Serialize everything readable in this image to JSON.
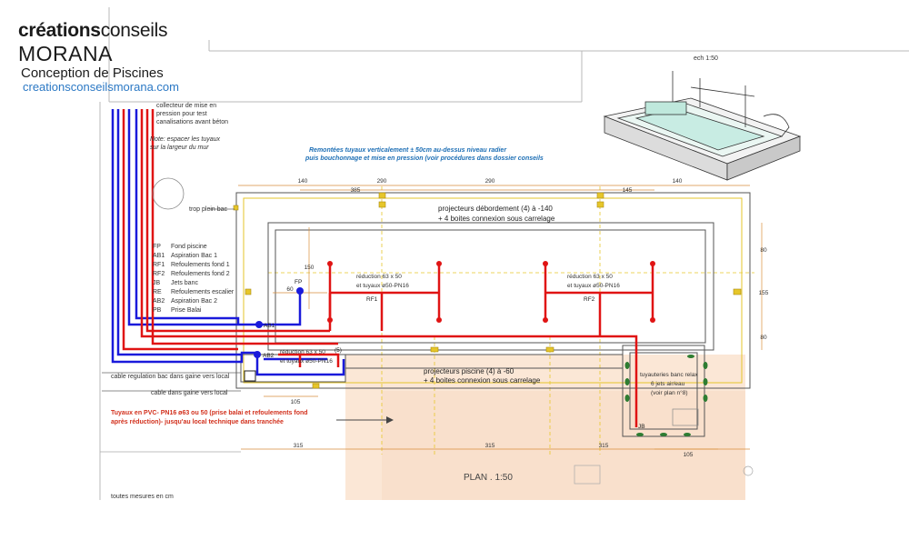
{
  "logo": {
    "line1_bold": "créations",
    "line1_rest": "conseils",
    "line2": "MORANA",
    "line3": "Conception de  Piscines",
    "line4": "creationsconseilsmorana.com"
  },
  "scale_label": "ech 1:50",
  "notes": {
    "collector": [
      "collecteur de mise en",
      "pression pour test",
      "canalisations avant béton"
    ],
    "spacing": [
      "Note: espacer les tuyaux",
      "sur la largeur du mur"
    ],
    "riser": [
      "Remontées tuyaux verticalement ± 50cm au-dessus niveau radier",
      "puis bouchonnage et mise en pression (voir procédures dans dossier conseils"
    ],
    "overflow": "trop plein bac",
    "cable_reg": "cable regulation bac dans gaine vers local",
    "cable_sheath": "cable dans gaine vers local",
    "pvc": [
      "Tuyaux en PVC- PN16 ø63 ou 50 (prise balai et refoulements fond",
      "après réduction)- jusqu'au local technique dans tranchée"
    ],
    "measures": "toutes mesures en cm",
    "plan": "PLAN . 1:50"
  },
  "legend": [
    {
      "code": "FP",
      "label": "Fond piscine"
    },
    {
      "code": "AB1",
      "label": "Aspiration Bac 1"
    },
    {
      "code": "RF1",
      "label": "Refoulements fond 1"
    },
    {
      "code": "RF2",
      "label": "Refoulements fond 2"
    },
    {
      "code": "JB",
      "label": "Jets banc"
    },
    {
      "code": "RE",
      "label": "Refoulements escalier"
    },
    {
      "code": "AB2",
      "label": "Aspiration Bac 2"
    },
    {
      "code": "PB",
      "label": "Prise Balai"
    }
  ],
  "projectors_overflow": [
    "projecteurs débordement (4) à -140",
    "+ 4 boites connexion sous carrelage"
  ],
  "projectors_pool": [
    "projecteurs piscine (4) à -60",
    "+ 4 boites connexion sous carrelage"
  ],
  "reduction_label_1": [
    "réduction 63 x 50",
    "et tuyaux ø50-PN16"
  ],
  "reduction_label_2": [
    "réduction 63 x 50",
    "et tuyaux ø50-PN16"
  ],
  "reduction_label_3": [
    "réduction 63 x 50",
    "et tuyaux ø50-PN16"
  ],
  "bench_label": [
    "tuyauteries banc relax",
    "6 jets air/eau",
    "(voir plan n°8)"
  ],
  "tags": {
    "fp": "FP",
    "ab1": "AB1",
    "ab2": "AB2",
    "rf1": "RF1",
    "rf2": "RF2",
    "jb": "JB",
    "five": "(5)"
  },
  "dimensions": {
    "top": [
      "140",
      "290",
      "290",
      "140"
    ],
    "top_inner": [
      "385",
      "145"
    ],
    "right": [
      "80",
      "155",
      "80"
    ],
    "left_v": "150",
    "left_h": "60",
    "bottom": [
      "315",
      "315",
      "315"
    ],
    "bottom_left": "105",
    "bottom_right": "105"
  },
  "colors": {
    "blue": "#1a1adb",
    "red": "#e01414",
    "yellow": "#e6c62a",
    "dim": "#d98e3b",
    "note": "#1e6fb5",
    "pvc": "#d2301c",
    "shade": "#fbe7d6"
  }
}
